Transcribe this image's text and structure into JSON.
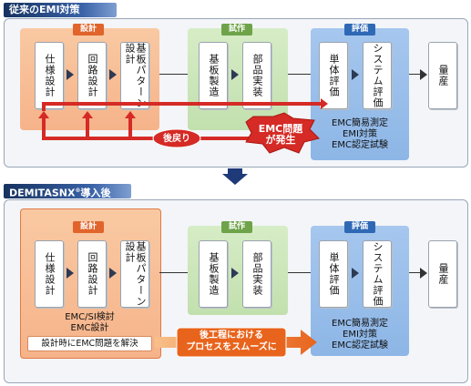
{
  "before": {
    "title": "従来のEMI対策",
    "design": {
      "label": "設計",
      "steps": [
        "仕様設計",
        "回路設計",
        "基板パターン設計"
      ]
    },
    "prototype": {
      "label": "試作",
      "steps": [
        "基板製造",
        "部品実装"
      ]
    },
    "evaluation": {
      "label": "評価",
      "steps": [
        "単体評価",
        "システム評価"
      ],
      "notes": [
        "EMC簡易測定",
        "EMI対策",
        "EMC認定試験"
      ]
    },
    "mass_production": "量産",
    "problem_label": "EMC問題が発生",
    "return_label": "後戻り"
  },
  "after": {
    "title": "DEMITASNX",
    "title_suffix": "導入後",
    "design": {
      "label": "設計",
      "steps": [
        "仕様設計",
        "回路設計",
        "基板パターン設計"
      ],
      "notes": [
        "EMC/SI検討",
        "EMC設計"
      ],
      "caption": "設計時にEMC問題を解決"
    },
    "prototype": {
      "label": "試作",
      "steps": [
        "基板製造",
        "部品実装"
      ]
    },
    "evaluation": {
      "label": "評価",
      "steps": [
        "単体評価",
        "システム評価"
      ],
      "notes": [
        "EMC簡易測定",
        "EMI対策",
        "EMC認定試験"
      ]
    },
    "mass_production": "量産",
    "smooth_label_1": "後工程における",
    "smooth_label_2": "プロセスをスムーズに"
  },
  "colors": {
    "orange": "#e0642b",
    "green": "#6ea34a",
    "blue": "#2f69b5",
    "red": "#d52a25",
    "navy": "#1e3a78"
  }
}
